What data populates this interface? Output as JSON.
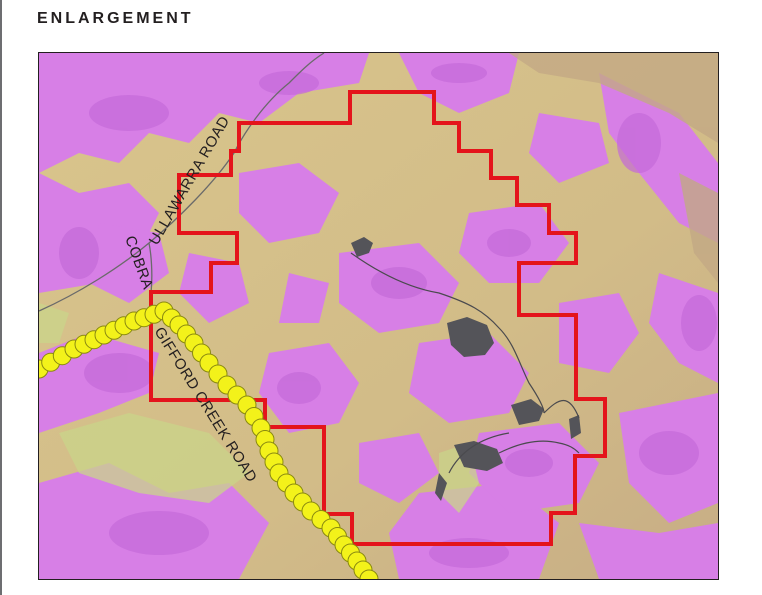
{
  "title": "ENLARGEMENT",
  "map": {
    "roads": [
      {
        "name": "ULLAWARRA ROAD"
      },
      {
        "name": "COBRA"
      },
      {
        "name": "GIFFORD CREEK ROAD"
      }
    ],
    "colors": {
      "base_terrain": "#d8c48a",
      "vegetation": "#d77fe6",
      "vegetation_dark": "#c46ad8",
      "terrain_tan": "#c9b486",
      "boundary": "#e4141b",
      "route_markers": "#f3f21a",
      "route_marker_outline": "#8a8a10",
      "water_bodies": "#545459",
      "roads": "#6a6a6a"
    },
    "icons": [
      "route-marker-icon"
    ]
  }
}
